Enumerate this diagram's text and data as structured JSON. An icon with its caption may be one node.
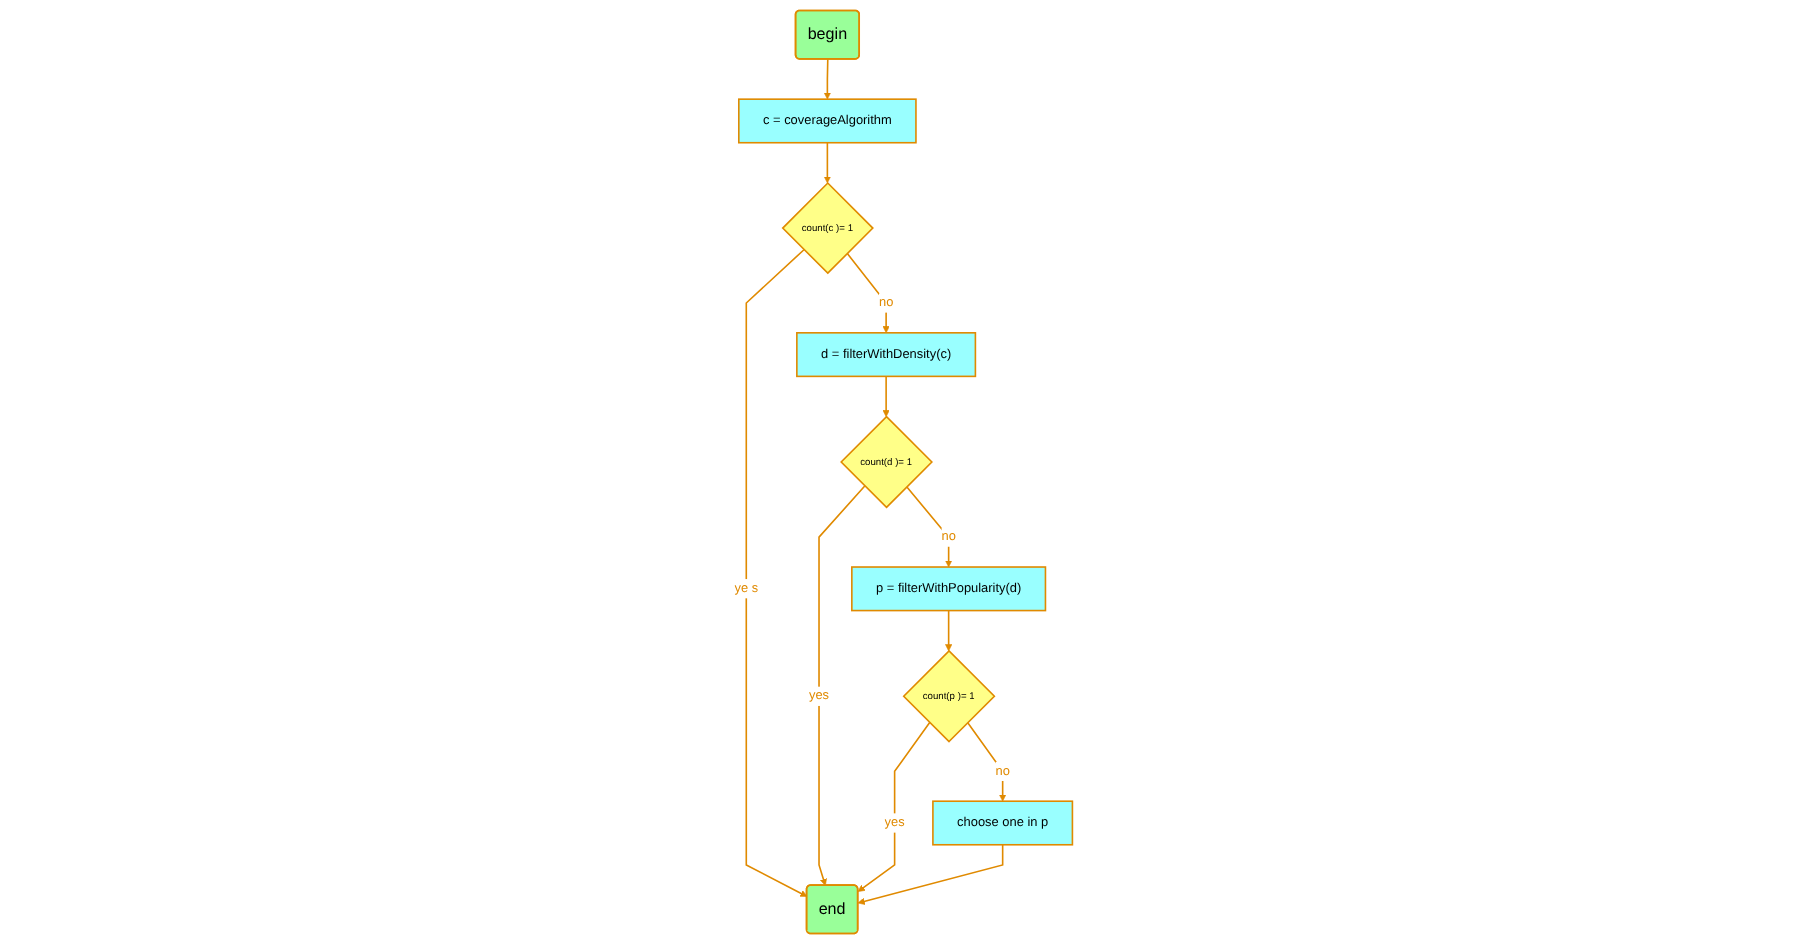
{
  "diagram": {
    "nodes": [
      {
        "text": [
          "begin"
        ]
      },
      {
        "text": [
          "c = coverageAlgorithm"
        ]
      },
      {
        "text": [
          "count(c )= 1"
        ]
      },
      {
        "text": [
          "d = filterWithDensity(c)"
        ]
      },
      {
        "text": [
          "count(d )= 1"
        ]
      },
      {
        "text": [
          "p = filterWithPopularity(d)"
        ]
      },
      {
        "text": [
          "count(p )= 1"
        ]
      },
      {
        "text": [
          "choose one in p"
        ]
      },
      {
        "text": [
          "end"
        ]
      }
    ],
    "edges": [
      {
        "from": 0,
        "to": 1,
        "arrow": "to"
      },
      {
        "from": 1,
        "to": 2,
        "arrow": "to"
      },
      {
        "from": 2,
        "to": 3,
        "arrow": "to",
        "label": "no"
      },
      {
        "from": 2,
        "to": 8,
        "arrow": "to",
        "label": "ye s"
      },
      {
        "from": 3,
        "to": 4,
        "arrow": "to"
      },
      {
        "from": 4,
        "to": 5,
        "arrow": "to",
        "label": "no"
      },
      {
        "from": 4,
        "to": 8,
        "arrow": "to",
        "label": "yes"
      },
      {
        "from": 5,
        "to": 6,
        "arrow": "to"
      },
      {
        "from": 6,
        "to": 7,
        "arrow": "to",
        "label": "no"
      },
      {
        "from": 6,
        "to": 8,
        "arrow": "to",
        "label": "yes"
      },
      {
        "from": 7,
        "to": 8,
        "arrow": "to"
      }
    ]
  }
}
